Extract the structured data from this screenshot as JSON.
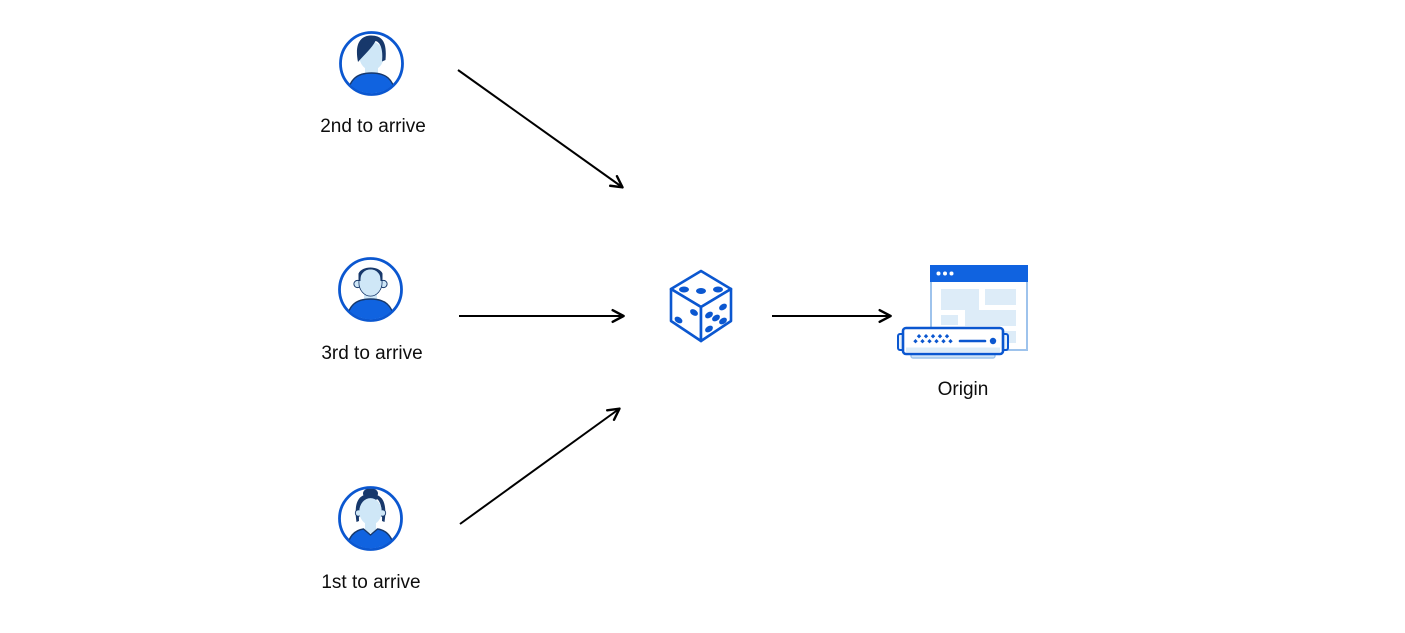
{
  "diagram": {
    "description": "request-ordering-randomization-diagram",
    "nodes": {
      "user_top": {
        "label": "2nd to arrive",
        "icon": "user-avatar-male-swept-hair"
      },
      "user_middle": {
        "label": "3rd to arrive",
        "icon": "user-avatar-male-short-hair"
      },
      "user_bottom": {
        "label": "1st to arrive",
        "icon": "user-avatar-female-bun"
      },
      "randomizer": {
        "icon": "dice"
      },
      "origin": {
        "label": "Origin",
        "icon": "origin-server-with-browser-window"
      }
    },
    "edges": [
      {
        "from": "user_top",
        "to": "randomizer"
      },
      {
        "from": "user_middle",
        "to": "randomizer"
      },
      {
        "from": "user_bottom",
        "to": "randomizer"
      },
      {
        "from": "randomizer",
        "to": "origin"
      }
    ],
    "colors": {
      "background": "#ffffff",
      "outline_blue": "#0b57d0",
      "fill_blue": "#1063e0",
      "hair_navy": "#17386b",
      "skin_light_blue": "#cfe7f7",
      "panel_light_blue": "#ddecf8",
      "window_border_blue": "#9ec3ec",
      "arrow_black": "#000000",
      "label_text": "#0d0d0d"
    }
  }
}
